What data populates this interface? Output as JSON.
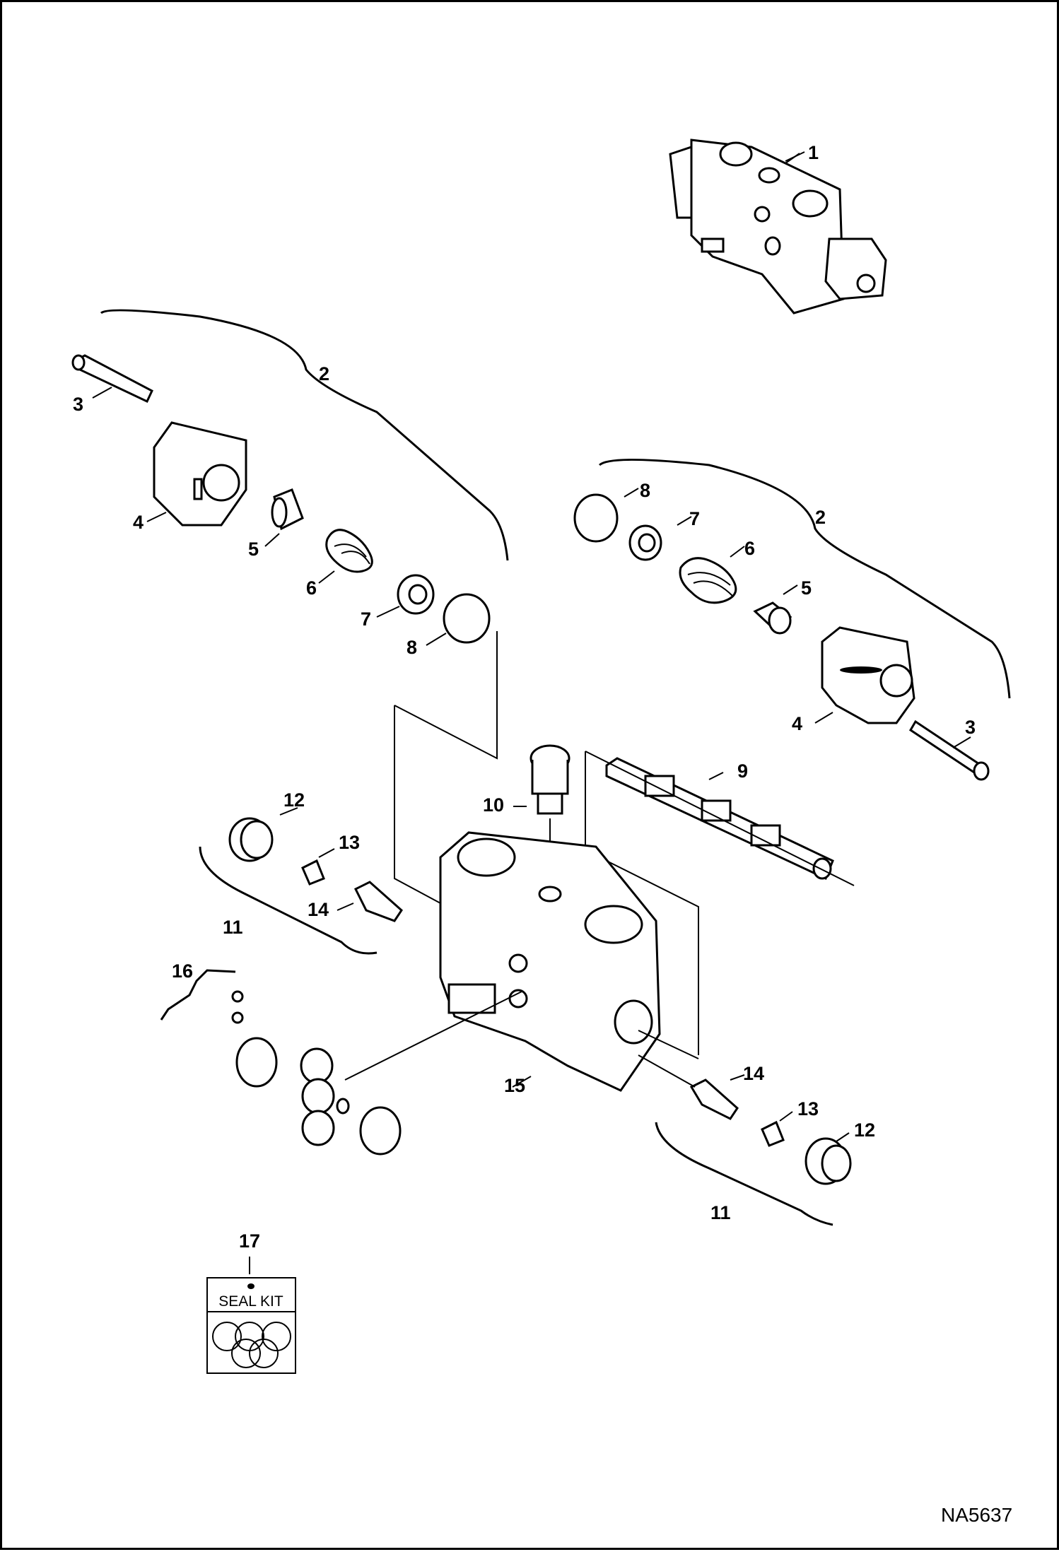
{
  "callouts": {
    "c1": "1",
    "c2a": "2",
    "c3a": "3",
    "c4a": "4",
    "c5a": "5",
    "c6a": "6",
    "c7a": "7",
    "c8a": "8",
    "c2b": "2",
    "c3b": "3",
    "c4b": "4",
    "c5b": "5",
    "c6b": "6",
    "c7b": "7",
    "c8b": "8",
    "c9": "9",
    "c10": "10",
    "c11a": "11",
    "c12a": "12",
    "c13a": "13",
    "c14a": "14",
    "c11b": "11",
    "c12b": "12",
    "c13b": "13",
    "c14b": "14",
    "c15": "15",
    "c16": "16",
    "c17": "17"
  },
  "seal_kit": {
    "label": "SEAL KIT"
  },
  "drawing_code": "NA5637"
}
